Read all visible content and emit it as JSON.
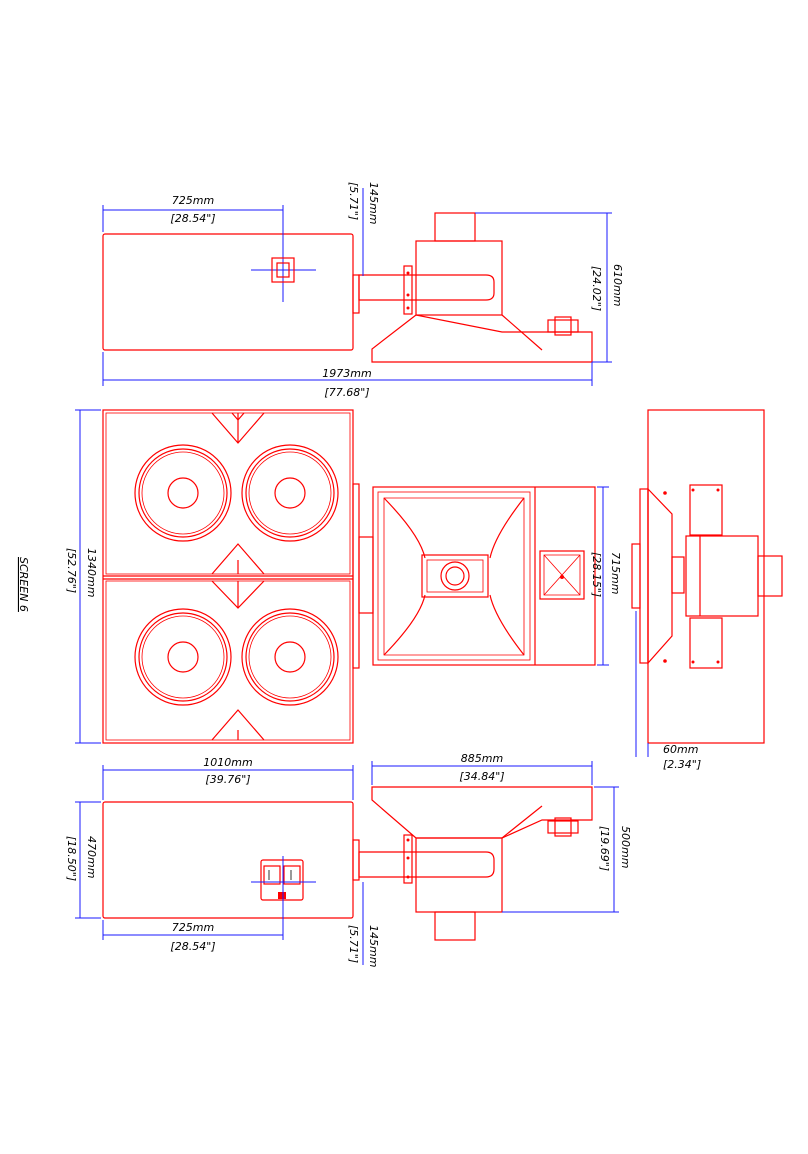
{
  "title": "SCREEN 6",
  "colors": {
    "outline": "#ff0000",
    "dimension_line": "#1a1aff",
    "text": "#000000",
    "background": "#ffffff"
  },
  "views": {
    "top": {
      "width_left": {
        "mm": "725mm",
        "inch": "[28.54\"]"
      },
      "offset": {
        "mm": "145mm",
        "inch": "[5.71\"]"
      },
      "height": {
        "mm": "610mm",
        "inch": "[24.02\"]"
      },
      "total": {
        "mm": "1973mm",
        "inch": "[77.68\"]"
      }
    },
    "front": {
      "height": {
        "mm": "1340mm",
        "inch": "[52.76\"]"
      },
      "head_height": {
        "mm": "715mm",
        "inch": "[28.15\"]"
      }
    },
    "side": {
      "depth": {
        "mm": "60mm",
        "inch": "[2.34\"]"
      }
    },
    "bottom": {
      "width": {
        "mm": "1010mm",
        "inch": "[39.76\"]"
      },
      "head_width": {
        "mm": "885mm",
        "inch": "[34.84\"]"
      },
      "depth_left": {
        "mm": "470mm",
        "inch": "[18.50\"]"
      },
      "depth_right": {
        "mm": "500mm",
        "inch": "[19.69\"]"
      },
      "width_left": {
        "mm": "725mm",
        "inch": "[28.54\"]"
      },
      "offset": {
        "mm": "145mm",
        "inch": "[5.71\"]"
      }
    }
  }
}
